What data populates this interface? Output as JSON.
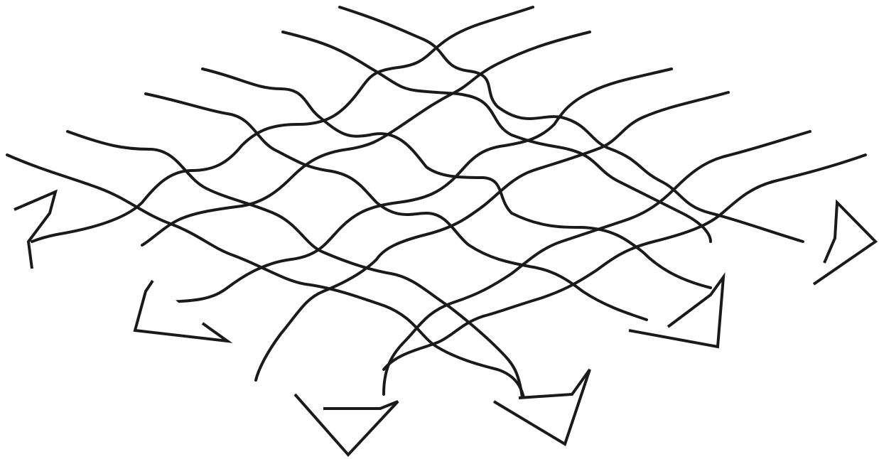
{
  "figure": {
    "type": "woven-mesh-diagram",
    "stroke_color": "#1a1a1a",
    "background": "#ffffff",
    "strand_families": 2,
    "strands_per_family": 6,
    "arrow_directions": [
      "left",
      "lower-left",
      "down-left",
      "down-right",
      "lower-right",
      "right"
    ],
    "labels": []
  }
}
